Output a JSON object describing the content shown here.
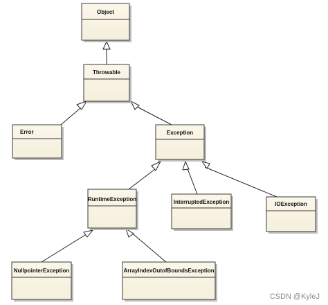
{
  "diagram": {
    "classes": {
      "object": "Object",
      "throwable": "Throwable",
      "error": "Error",
      "exception": "Exception",
      "runtime_exception": "RuntimeException",
      "interrupted_exception": "InterruptedException",
      "io_exception": "IOException",
      "nullpointer_exception": "NullpointerException",
      "array_index_exception": "ArrayIndexOutofBoundsException"
    },
    "box_color": "#f5efdc"
  },
  "watermark": "CSDN @KyleJ"
}
